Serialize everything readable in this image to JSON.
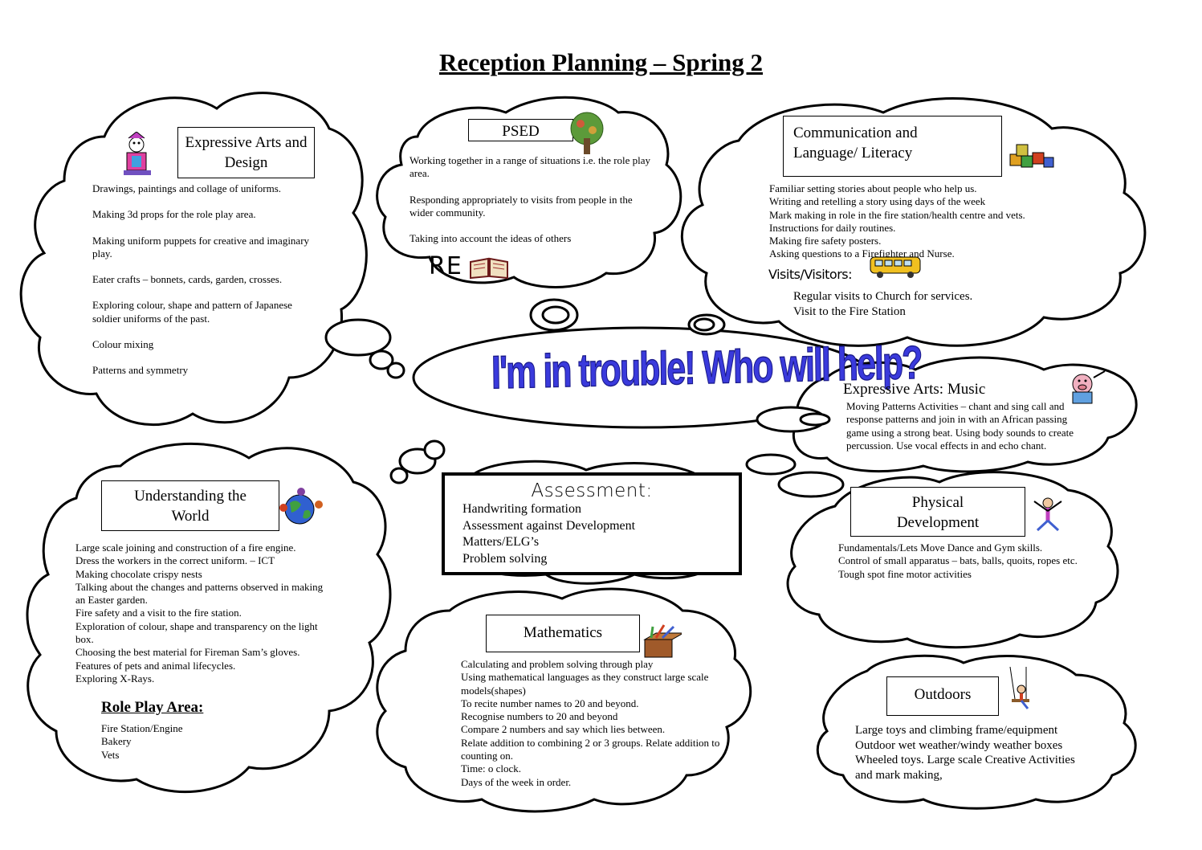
{
  "title": "Reception Planning – Spring 2",
  "center_banner": "I'm in trouble! Who will help?",
  "expressive_arts": {
    "heading": "Expressive Arts and Design",
    "items": [
      "Drawings, paintings and collage of uniforms.",
      "Making 3d props for the role play area.",
      "Making uniform puppets for creative and imaginary play.",
      "Eater crafts – bonnets, cards, garden, crosses.",
      "Exploring colour, shape and pattern of Japanese soldier uniforms of the past.",
      "Colour mixing",
      "Patterns and symmetry"
    ]
  },
  "psed": {
    "heading": "PSED",
    "items": [
      "Working together in a range of situations i.e. the role play area.",
      "Responding appropriately to visits from people in the wider community.",
      "Taking into account the ideas of others"
    ],
    "re_label": "RE"
  },
  "communication": {
    "heading": "Communication and Language/ Literacy",
    "items": [
      "Familiar setting stories about people who help us.",
      "Writing and retelling a story using days of the week",
      "Mark making in role in the fire station/health centre and vets.",
      "Instructions for daily routines.",
      "Making fire safety posters.",
      "Asking questions to a Firefighter and Nurse."
    ],
    "visits_label": "Visits/Visitors:",
    "visits": [
      "Regular visits to Church for services.",
      "Visit to the  Fire Station"
    ]
  },
  "music": {
    "heading": "Expressive Arts: Music",
    "text": "Moving Patterns Activities – chant and sing call and response patterns and join in with an African passing game using a strong beat. Using body sounds to create percussion. Use vocal effects in and echo chant."
  },
  "understanding": {
    "heading": "Understanding the World",
    "items": [
      "Large scale joining and construction of a fire engine.",
      "Dress the workers in the correct uniform. – ICT",
      "Making chocolate crispy nests",
      "Talking about the changes and patterns observed in making an Easter garden.",
      "Fire safety and a visit to the fire station.",
      "Exploration of colour, shape and transparency on the light box.",
      "Choosing the best material for Fireman Sam’s gloves.",
      "Features of pets and animal lifecycles.",
      "Exploring X-Rays."
    ],
    "role_play_heading": "Role Play Area:",
    "role_play": [
      "Fire Station/Engine",
      "Bakery",
      "Vets"
    ]
  },
  "assessment": {
    "heading": "Assessment:",
    "lines": [
      "Handwriting formation",
      "Assessment against Development",
      "Matters/ELG’s",
      "Problem solving"
    ]
  },
  "physical": {
    "heading": "Physical Development",
    "items": [
      "Fundamentals/Lets Move Dance and Gym skills.",
      "Control of small apparatus – bats, balls, quoits, ropes etc.",
      "Tough spot fine motor activities"
    ]
  },
  "mathematics": {
    "heading": "Mathematics",
    "items": [
      "Calculating and problem solving through play",
      "Using mathematical languages as they construct large scale models(shapes)",
      "To recite number names to 20 and beyond.",
      "Recognise numbers to 20 and beyond",
      "Compare 2 numbers and say which lies between.",
      "Relate addition to combining 2 or 3 groups. Relate addition to counting on.",
      "Time: o clock.",
      "Days of the week in order."
    ]
  },
  "outdoors": {
    "heading": "Outdoors",
    "items": [
      "Large toys and climbing frame/equipment",
      "Outdoor wet weather/windy weather boxes",
      "Wheeled toys.  Large scale Creative Activities and mark making,"
    ]
  },
  "icons": [
    "clown-puppet-icon",
    "tree-icon",
    "book-icon",
    "alphabet-blocks-icon",
    "school-bus-icon",
    "pig-musician-icon",
    "globe-icon",
    "jumping-child-icon",
    "math-tools-box-icon",
    "swing-child-icon"
  ]
}
